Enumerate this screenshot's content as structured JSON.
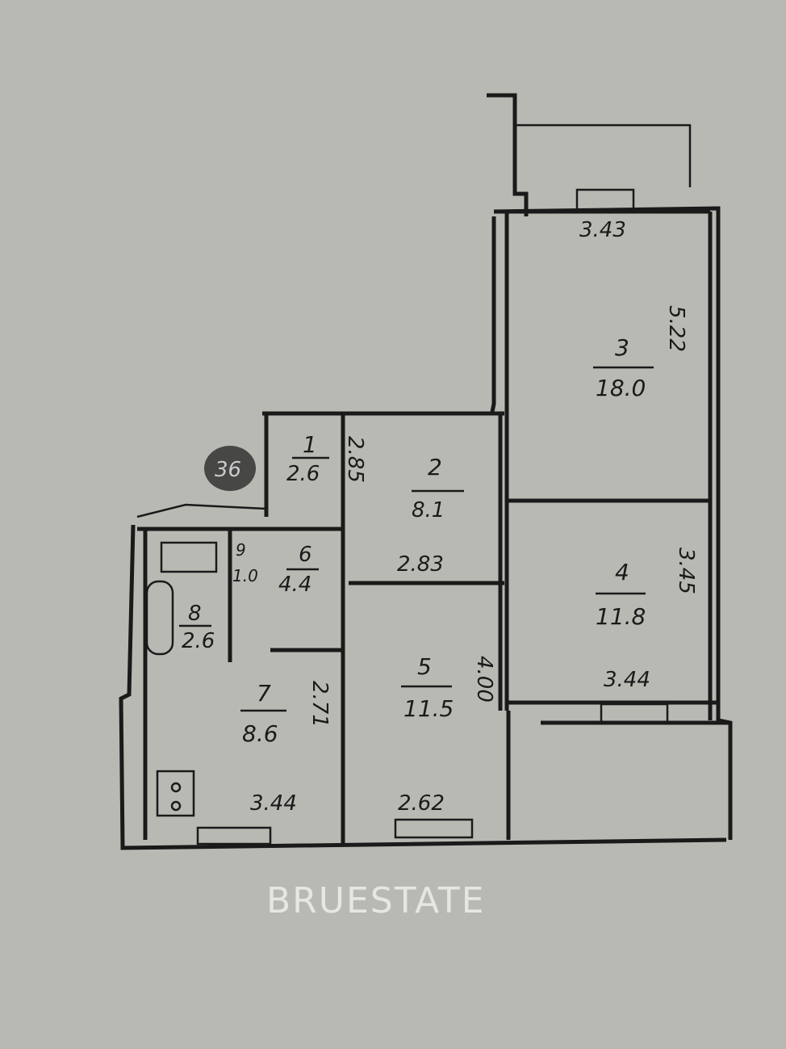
{
  "watermark": "BRUESTATE",
  "rooms": [
    {
      "number": "1",
      "area": "2.6"
    },
    {
      "number": "2",
      "area": "8.1",
      "width": "2.83",
      "length": "2.85"
    },
    {
      "number": "3",
      "area": "18.0",
      "width": "3.43",
      "length": "5.22"
    },
    {
      "number": "4",
      "area": "11.8",
      "width": "3.44",
      "length": "3.45"
    },
    {
      "number": "5",
      "area": "11.5",
      "width": "2.62",
      "length": "4.00"
    },
    {
      "number": "6",
      "area": "4.4"
    },
    {
      "number": "7",
      "area": "8.6",
      "width": "3.44",
      "length": "2.71"
    },
    {
      "number": "8",
      "area": "2.6"
    },
    {
      "number": "9",
      "area": "1.0"
    }
  ],
  "stamp": "36"
}
